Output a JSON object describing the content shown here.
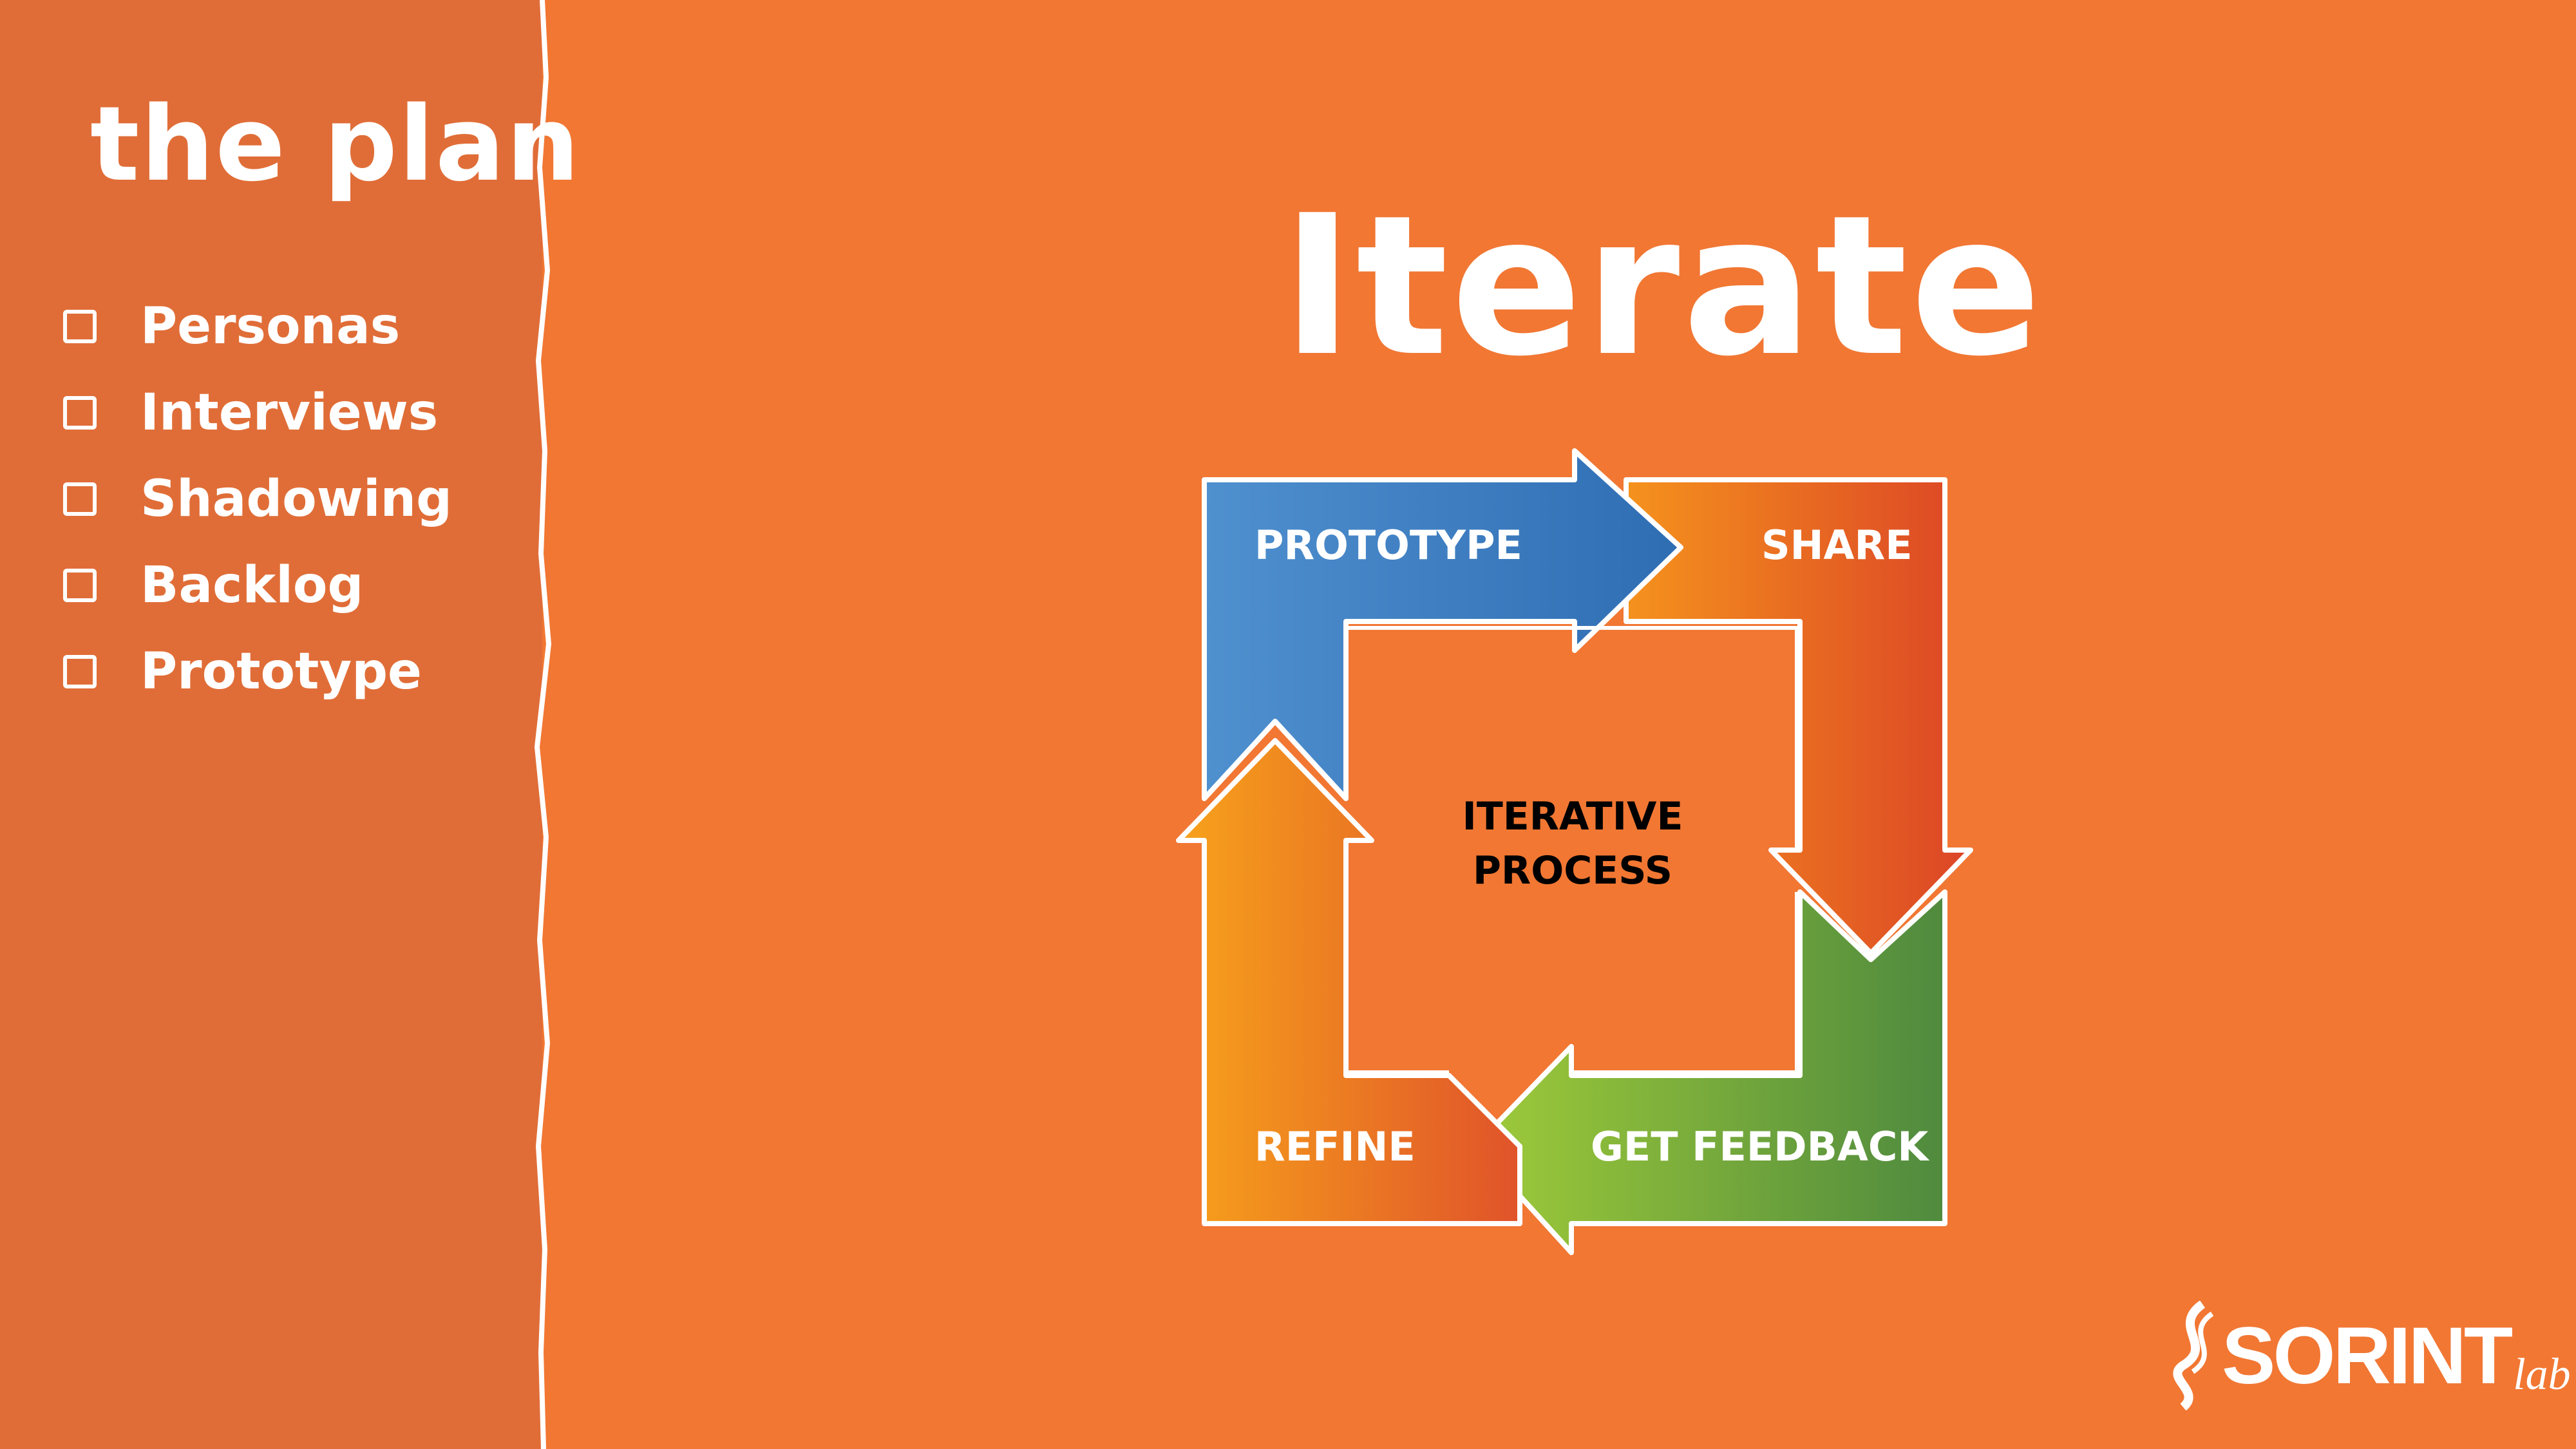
{
  "sidebar": {
    "title": "the plan",
    "items": [
      {
        "label": "Personas",
        "checked": false
      },
      {
        "label": "Interviews",
        "checked": false
      },
      {
        "label": "Shadowing",
        "checked": false
      },
      {
        "label": "Backlog",
        "checked": false
      },
      {
        "label": "Prototype",
        "checked": false
      }
    ]
  },
  "main": {
    "title": "Iterate",
    "diagram": {
      "center_line1": "ITERATIVE",
      "center_line2": "PROCESS",
      "steps": {
        "prototype": "PROTOTYPE",
        "share": "SHARE",
        "get_feedback": "GET FEEDBACK",
        "refine": "REFINE"
      }
    }
  },
  "logo": {
    "name": "SORINT",
    "suffix": "lab"
  },
  "colors": {
    "background": "#f17733",
    "sidebar": "#e06d37",
    "blue_arrow": "#3d7cc2",
    "orange_arrow": "#f2901f",
    "red_arrow": "#e04a25",
    "green_arrow": "#5c9a3c",
    "lime_arrow": "#9ac53a"
  }
}
